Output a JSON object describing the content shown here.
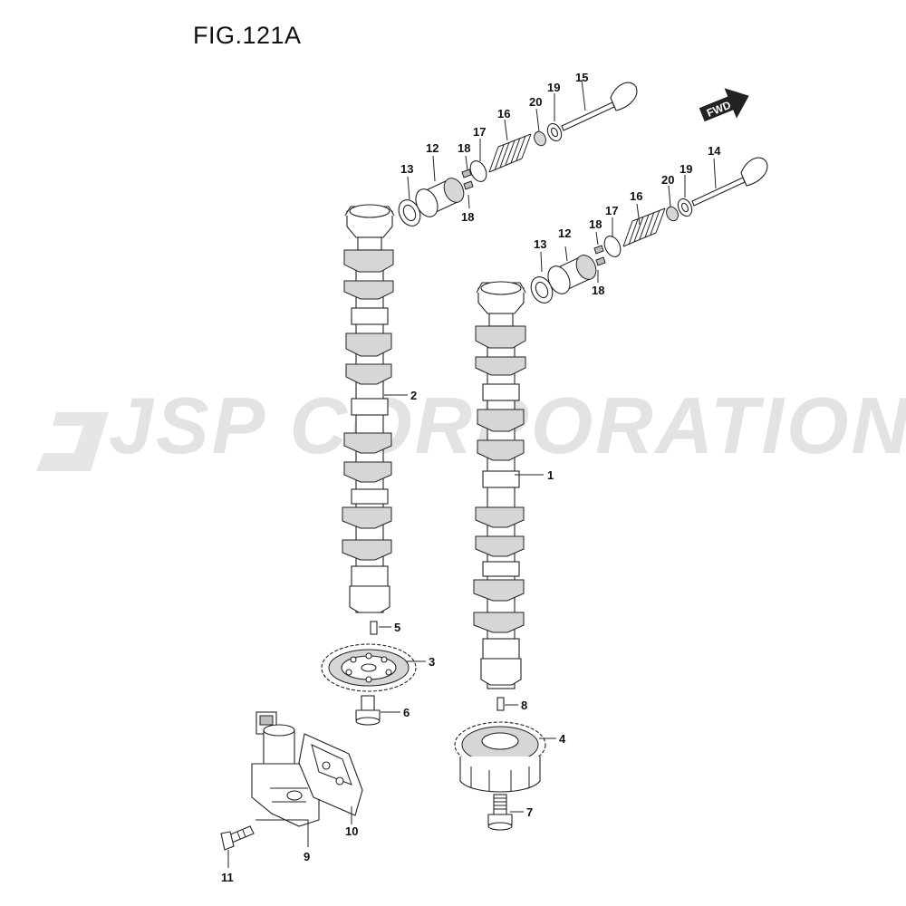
{
  "figure": {
    "title": "FIG.121A",
    "watermark": "JSP CORPORATION",
    "direction_badge": "FWD"
  },
  "callouts": [
    {
      "key": "c1",
      "label": "1"
    },
    {
      "key": "c2",
      "label": "2"
    },
    {
      "key": "c3",
      "label": "3"
    },
    {
      "key": "c4",
      "label": "4"
    },
    {
      "key": "c5",
      "label": "5"
    },
    {
      "key": "c6",
      "label": "6"
    },
    {
      "key": "c7",
      "label": "7"
    },
    {
      "key": "c8",
      "label": "8"
    },
    {
      "key": "c9",
      "label": "9"
    },
    {
      "key": "c10",
      "label": "10"
    },
    {
      "key": "c11",
      "label": "11"
    },
    {
      "key": "c12a",
      "label": "12"
    },
    {
      "key": "c12b",
      "label": "12"
    },
    {
      "key": "c13a",
      "label": "13"
    },
    {
      "key": "c13b",
      "label": "13"
    },
    {
      "key": "c14",
      "label": "14"
    },
    {
      "key": "c15",
      "label": "15"
    },
    {
      "key": "c16a",
      "label": "16"
    },
    {
      "key": "c16b",
      "label": "16"
    },
    {
      "key": "c17a",
      "label": "17"
    },
    {
      "key": "c17b",
      "label": "17"
    },
    {
      "key": "c18a",
      "label": "18"
    },
    {
      "key": "c18b",
      "label": "18"
    },
    {
      "key": "c18c",
      "label": "18"
    },
    {
      "key": "c18d",
      "label": "18"
    },
    {
      "key": "c19a",
      "label": "19"
    },
    {
      "key": "c19b",
      "label": "19"
    },
    {
      "key": "c20a",
      "label": "20"
    },
    {
      "key": "c20b",
      "label": "20"
    }
  ]
}
